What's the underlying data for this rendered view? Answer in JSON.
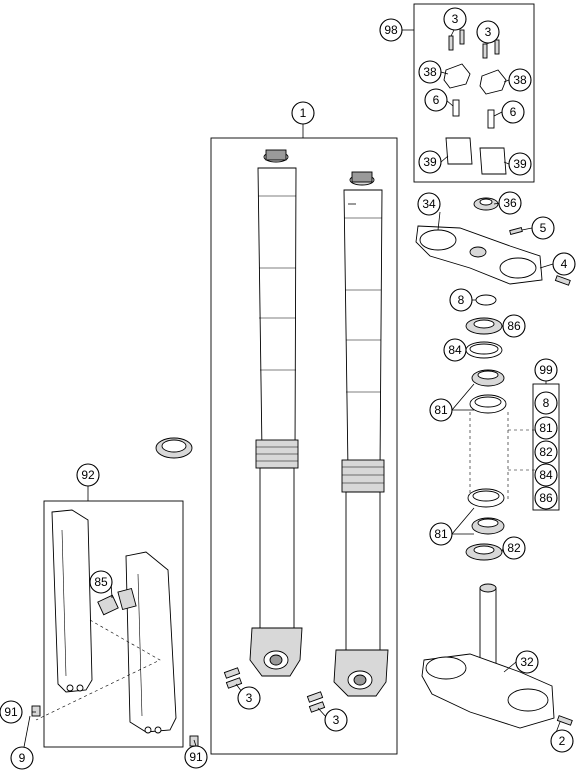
{
  "callouts": {
    "c1": "1",
    "c2": "2",
    "c3a": "3",
    "c3b": "3",
    "c3c": "3",
    "c3d": "3",
    "c4": "4",
    "c5": "5",
    "c6a": "6",
    "c6b": "6",
    "c8a": "8",
    "c8b": "8",
    "c9": "9",
    "c32": "32",
    "c34": "34",
    "c36": "36",
    "c38a": "38",
    "c38b": "38",
    "c39a": "39",
    "c39b": "39",
    "c81a": "81",
    "c81b": "81",
    "c81c": "81",
    "c82a": "82",
    "c82b": "82",
    "c84a": "84",
    "c84b": "84",
    "c85": "85",
    "c86a": "86",
    "c86b": "86",
    "c91a": "91",
    "c91b": "91",
    "c92": "92",
    "c98": "98",
    "c99": "99"
  }
}
